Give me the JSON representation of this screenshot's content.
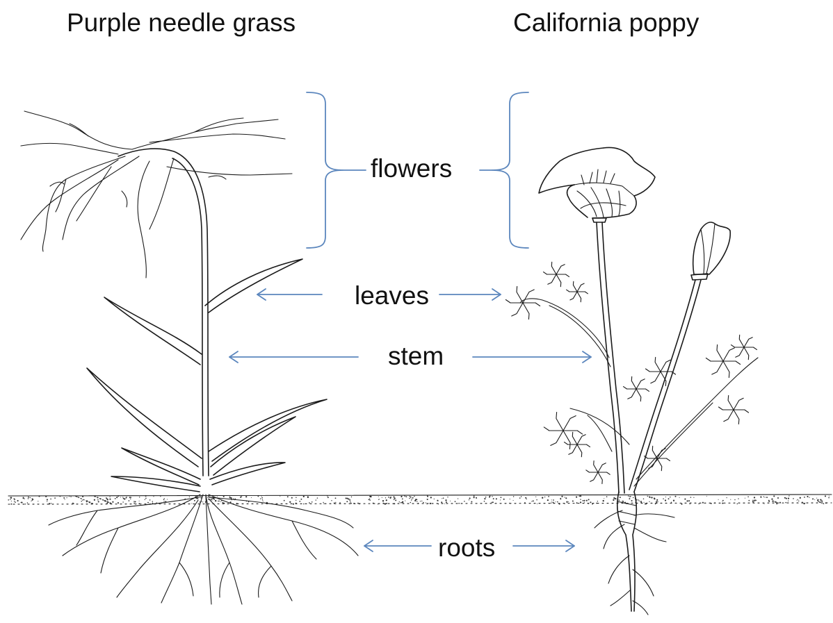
{
  "titles": {
    "left": "Purple needle grass",
    "right": "California poppy"
  },
  "labels": {
    "flowers": "flowers",
    "leaves": "leaves",
    "stem": "stem",
    "roots": "roots"
  },
  "colors": {
    "annotation": "#5b86bd",
    "ink": "#1a1a1a"
  }
}
